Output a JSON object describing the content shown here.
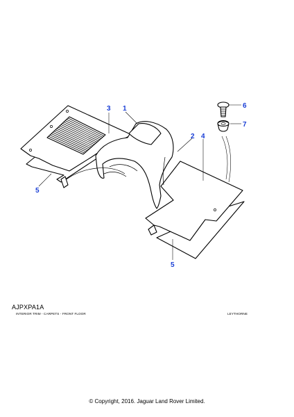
{
  "diagram": {
    "callouts": [
      {
        "id": "c1",
        "label": "1"
      },
      {
        "id": "c2",
        "label": "2"
      },
      {
        "id": "c3",
        "label": "3"
      },
      {
        "id": "c4",
        "label": "4"
      },
      {
        "id": "c5a",
        "label": "5"
      },
      {
        "id": "c5b",
        "label": "5"
      },
      {
        "id": "c6",
        "label": "6"
      },
      {
        "id": "c7",
        "label": "7"
      }
    ],
    "callout_color": "#1a3fd6",
    "line_color": "#000000"
  },
  "footer": {
    "ref_code": "AJPXPA1A",
    "ref_title": "INTERIOR TRIM - CARPETS - FRONT FLOOR",
    "brand": "LEYTHORNE",
    "copyright": "© Copyright, 2016. Jaguar Land Rover Limited."
  }
}
